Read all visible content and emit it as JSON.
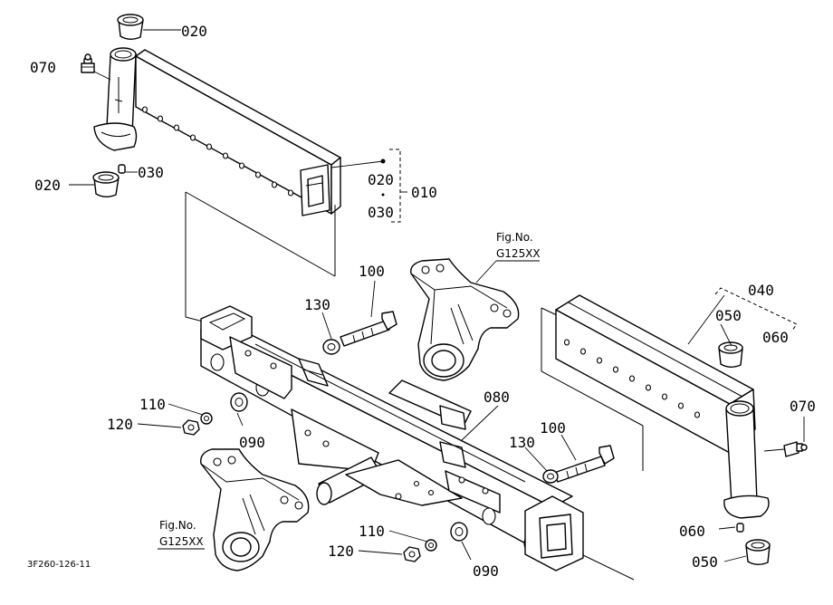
{
  "parts": {
    "p020_a": "020",
    "p070_a": "070",
    "p020_b": "020",
    "p030_a": "030",
    "p020_c": "020",
    "p030_b": "030",
    "p010": "010",
    "p100_a": "100",
    "p130_a": "130",
    "p040": "040",
    "p050_a": "050",
    "p060_a": "060",
    "p110_a": "110",
    "p120_a": "120",
    "p090_a": "090",
    "p080": "080",
    "p070_b": "070",
    "p100_b": "100",
    "p130_b": "130",
    "p060_b": "060",
    "p050_b": "050",
    "p110_b": "110",
    "p120_b": "120",
    "p090_b": "090"
  },
  "references": {
    "ref_a_line1": "Fig.No.",
    "ref_a_line2": "G125XX",
    "ref_b_line1": "Fig.No.",
    "ref_b_line2": "G125XX"
  },
  "drawing_code": "3F260-126-11"
}
